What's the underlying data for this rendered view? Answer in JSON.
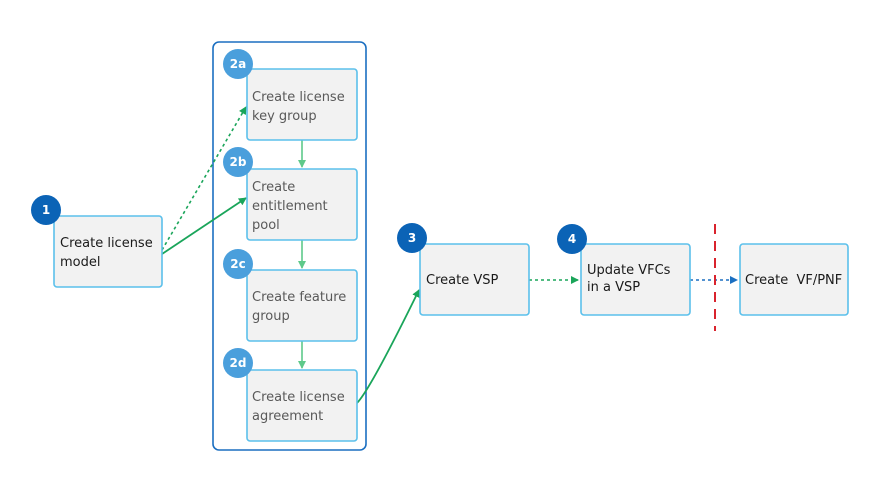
{
  "nodes": {
    "create_license_model": {
      "lines": [
        "Create license",
        "model"
      ]
    },
    "create_license_key_group": {
      "lines": [
        "Create license",
        "key group"
      ]
    },
    "create_entitlement_pool": {
      "lines": [
        "Create",
        "entitlement",
        "pool"
      ]
    },
    "create_feature_group": {
      "lines": [
        "Create feature",
        "group"
      ]
    },
    "create_license_agreement": {
      "lines": [
        "Create license",
        "agreement"
      ]
    },
    "create_vsp": {
      "lines": [
        "Create VSP"
      ]
    },
    "update_vfcs": {
      "lines": [
        "Update VFCs",
        "in a VSP"
      ]
    },
    "create_vf_pnf": {
      "lines": [
        "Create  VF/PNF"
      ]
    }
  },
  "badges": {
    "step_1": "1",
    "step_2a": "2a",
    "step_2b": "2b",
    "step_2c": "2c",
    "step_2d": "2d",
    "step_3": "3",
    "step_4": "4"
  },
  "colors": {
    "box_border": "#5bc0eb",
    "box_fill": "#f2f2f2",
    "group_border": "#1b6fc1",
    "badge_dark": "#0b63b6",
    "badge_light": "#4a9fdc",
    "arrow_green": "#1aa55a",
    "arrow_green_light": "#5ec98a",
    "arrow_blue": "#1b6fc1",
    "divider_red": "#d9232d"
  }
}
